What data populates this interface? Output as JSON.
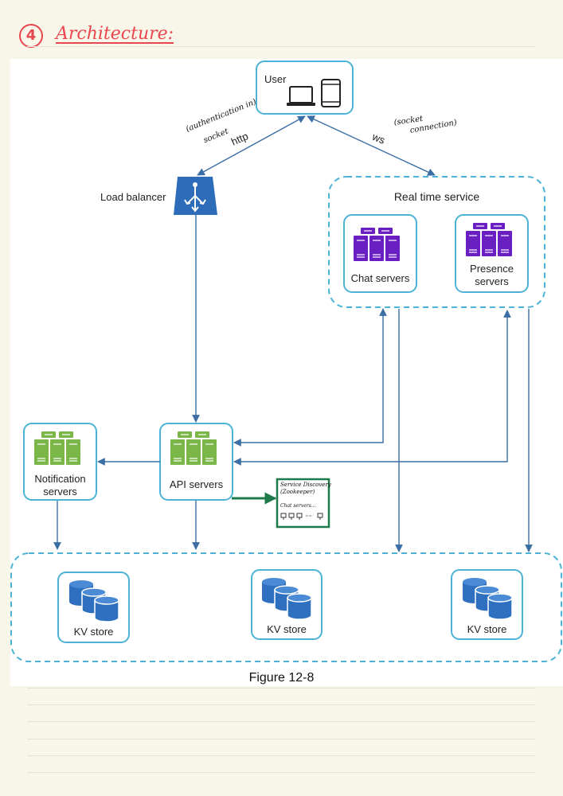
{
  "heading": {
    "number": "4",
    "title": "Architecture:"
  },
  "diagram": {
    "user": {
      "label": "User",
      "devices": [
        "laptop-icon",
        "phone-icon"
      ]
    },
    "load_balancer": {
      "label": "Load balancer"
    },
    "edge_labels": {
      "http": "http",
      "http_note_line1": "(authentication in)",
      "http_note_line2": "socket",
      "ws": "ws",
      "ws_note_line1": "(socket",
      "ws_note_line2": "connection)"
    },
    "real_time_service": {
      "label": "Real time service",
      "chat_servers": "Chat servers",
      "presence_servers_line1": "Presence",
      "presence_servers_line2": "servers"
    },
    "api_servers": {
      "label": "API servers"
    },
    "notification_servers": {
      "line1": "Notification",
      "line2": "servers"
    },
    "service_discovery": {
      "line1": "Service Discovery",
      "line2": "(Zookeeper)",
      "line3": "Chat servers...",
      "nodes": [
        "1",
        "2",
        "3",
        "...",
        "n"
      ]
    },
    "kv_stores": [
      {
        "label": "KV store"
      },
      {
        "label": "KV store"
      },
      {
        "label": "KV store"
      }
    ],
    "caption": "Figure 12-8"
  },
  "colors": {
    "heading": "#e8474f",
    "box_border": "#4db3d6",
    "arrow": "#3a6ea5",
    "lb_blue": "#2c6cb8",
    "server_purple": "#6a1fc2",
    "server_green": "#7ab648",
    "db_blue": "#2f6fbf",
    "sd_green": "#1e7a4a"
  }
}
